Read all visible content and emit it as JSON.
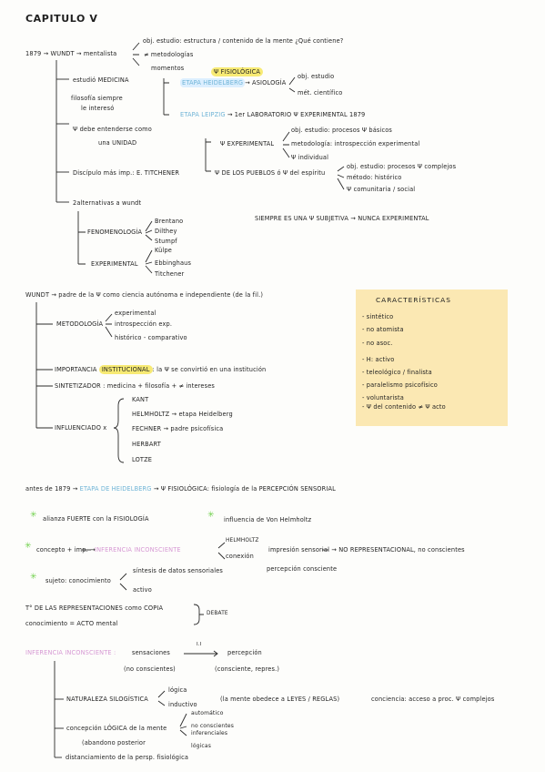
{
  "title": "CAPITULO V",
  "s1": {
    "year_wundt": "1879 → WUNDT → mentalista",
    "obj": "obj. estudio: estructura / contenido de la mente ¿Qué contiene?",
    "metodologias": "≠ metodologías",
    "momentos": "momentos",
    "psi_fisiologica": "Ψ FISIOLÓGICA",
    "etapa_heidelberg": "ETAPA HEIDELBERG",
    "asiologia": "→ ASIOLOGÍA",
    "obj_estudio": "obj. estudio",
    "met_cientifico": "mét. científico",
    "estudio_medicina": "estudió MEDICINA",
    "filosofia": "filosofía siempre",
    "interes": "le interesó",
    "etapa_leipzig": "ETAPA LEIPZIG",
    "primer_lab": "→ 1er LABORATORIO Ψ EXPERIMENTAL  1879",
    "psi_debe": "Ψ debe entenderse como",
    "una_unidad": "una UNIDAD",
    "psi_experimental": "Ψ EXPERIMENTAL",
    "obj_procesos": "obj. estudio: procesos Ψ básicos",
    "metodologia_intro": "metodología: introspección experimental",
    "psi_individual": "Ψ individual",
    "discipulo": "Discípulo más imp.: E. TITCHENER",
    "psi_pueblos": "Ψ DE LOS PUEBLOS ó Ψ del espíritu",
    "obj_procesos_complejos": "obj. estudio: procesos Ψ complejos",
    "metodo_historico": "método: histórico",
    "psi_comunitaria": "Ψ comunitaria / social",
    "alternativas": "2alternativas a wundt",
    "fenomenologia": "FENOMENOLOGÍA",
    "brentano": "Brentano",
    "dilthey": "Dilthey",
    "stumpf": "Stumpf",
    "experimental": "EXPERIMENTAL",
    "kulpe": "Külpe",
    "ebbinghaus": "Ebbinghaus",
    "titchener": "Titchener",
    "siempre": "SIEMPRE ES UNA Ψ SUBJETIVA → NUNCA EXPERIMENTAL"
  },
  "s2": {
    "wundt_padre": "WUNDT → padre de la Ψ como ciencia autónoma e independiente  (de la fil.)",
    "metodologia": "METODOLOGÍA",
    "experimental": "experimental",
    "introspeccion": "introspección exp.",
    "historico": "histórico - comparativo",
    "importancia": "IMPORTANCIA",
    "institucional": "INSTITUCIONAL",
    "importancia_rest": ": la Ψ se convirtió en una institución",
    "sintetizador": "SINTETIZADOR : medicina + filosofía + ≠ intereses",
    "influenciado": "INFLUENCIADO x",
    "kant": "KANT",
    "helmholtz": "HELMHOLTZ → etapa Heidelberg",
    "fechner": "FECHNER → padre psicofísica",
    "herbart": "HERBART",
    "lotze": "LOTZE"
  },
  "box": {
    "title": "CARACTERÍSTICAS",
    "items": [
      "- sintético",
      "- no atomista",
      "- no asoc.",
      "- H: activo",
      "- teleológico / finalista",
      "- paralelismo psicofísico",
      "- voluntarista",
      "- Ψ del contenido ≠ Ψ acto"
    ]
  },
  "s3": {
    "antes_1": "antes de 1879 →",
    "antes_etapa": "ETAPA DE HEIDELBERG",
    "antes_2": "→ Ψ FISIOLÓGICA: fisiología de la PERCEPCIÓN SENSORIAL",
    "alianza": "alianza FUERTE con la FISIOLOGÍA",
    "influencia": "influencia de Von Helmholtz",
    "concepto": "concepto + imp. →",
    "inferencia_label": "INFERENCIA INCONSCIENTE",
    "helmholtz": "HELMHOLTZ",
    "conexion": "conexión",
    "impresion": "impresión sensorial → NO REPRESENTACIONAL, no conscientes",
    "percepcion_consciente": "percepción consciente",
    "sujeto": "sujeto: conocimiento",
    "sintesis": "síntesis de datos sensoriales",
    "activo": "activo",
    "t_representaciones": "T° DE LAS REPRESENTACIONES como COPIA",
    "conocimiento_acto": "conocimiento = ACTO mental",
    "debate": "DEBATE",
    "inferencia2": "INFERENCIA INCONSCIENTE :",
    "sensaciones": "sensaciones",
    "ii": "I.I",
    "percepcion": "percepción",
    "no_conscientes": "(no conscientes)",
    "consciente_repres": "(consciente, repres.)",
    "naturaleza": "NATURALEZA SILOGÍSTICA",
    "logica": "lógica",
    "inductivo": "inductivo",
    "la_mente": "(la mente obedece a LEYES / REGLAS)",
    "conciencia": "conciencia: acceso a proc. Ψ complejos",
    "automatico": "automático",
    "concepcion": "concepción LÓGICA de la mente",
    "no_conscientes2": "no conscientes",
    "inferenciales": "inferenciales",
    "logicas": "lógicas",
    "abandono": "(abandono posterior",
    "distanciamiento": "distanciamiento de la persp. fisiológica"
  }
}
